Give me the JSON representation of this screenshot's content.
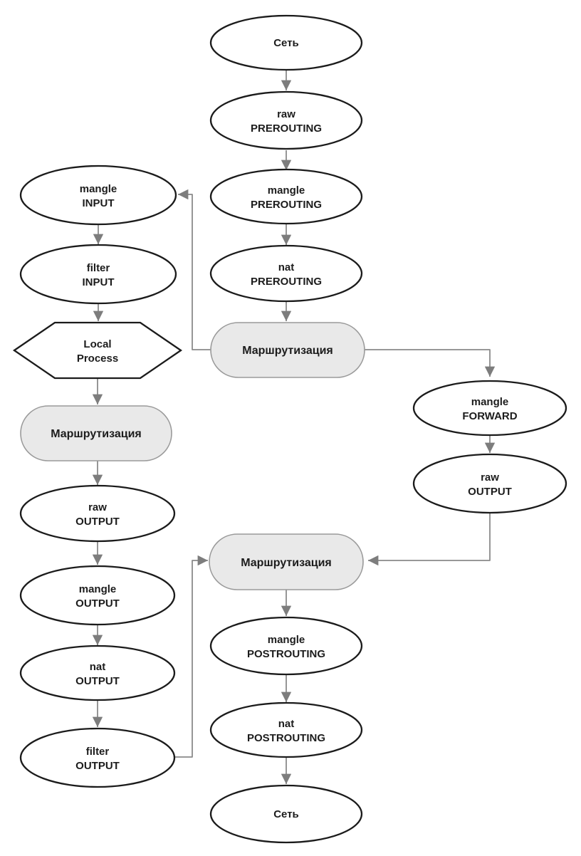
{
  "diagram": {
    "type": "flowchart",
    "nodes": {
      "net_top": {
        "label": "Сеть"
      },
      "raw_prerouting": {
        "line1": "raw",
        "line2": "PREROUTING"
      },
      "mangle_prerouting": {
        "line1": "mangle",
        "line2": "PREROUTING"
      },
      "nat_prerouting": {
        "line1": "nat",
        "line2": "PREROUTING"
      },
      "routing_top": {
        "label": "Маршрутизация"
      },
      "mangle_input": {
        "line1": "mangle",
        "line2": "INPUT"
      },
      "filter_input": {
        "line1": "filter",
        "line2": "INPUT"
      },
      "local_process": {
        "line1": "Local",
        "line2": "Process"
      },
      "routing_left": {
        "label": "Маршрутизация"
      },
      "raw_output_left": {
        "line1": "raw",
        "line2": "OUTPUT"
      },
      "mangle_output": {
        "line1": "mangle",
        "line2": "OUTPUT"
      },
      "nat_output": {
        "line1": "nat",
        "line2": "OUTPUT"
      },
      "filter_output": {
        "line1": "filter",
        "line2": "OUTPUT"
      },
      "mangle_forward": {
        "line1": "mangle",
        "line2": "FORWARD"
      },
      "raw_output_right": {
        "line1": "raw",
        "line2": "OUTPUT"
      },
      "routing_bottom": {
        "label": "Маршрутизация"
      },
      "mangle_postrouting": {
        "line1": "mangle",
        "line2": "POSTROUTING"
      },
      "nat_postrouting": {
        "line1": "nat",
        "line2": "POSTROUTING"
      },
      "net_bottom": {
        "label": "Сеть"
      }
    },
    "colors": {
      "background": "#ffffff",
      "node_fill": "#ffffff",
      "node_stroke": "#1b1b1b",
      "routing_fill": "#e9e9e9",
      "routing_stroke": "#9a9a9a",
      "connector": "#8a8a8a",
      "arrowhead": "#7d7d7d",
      "text": "#1c1c1c"
    }
  }
}
